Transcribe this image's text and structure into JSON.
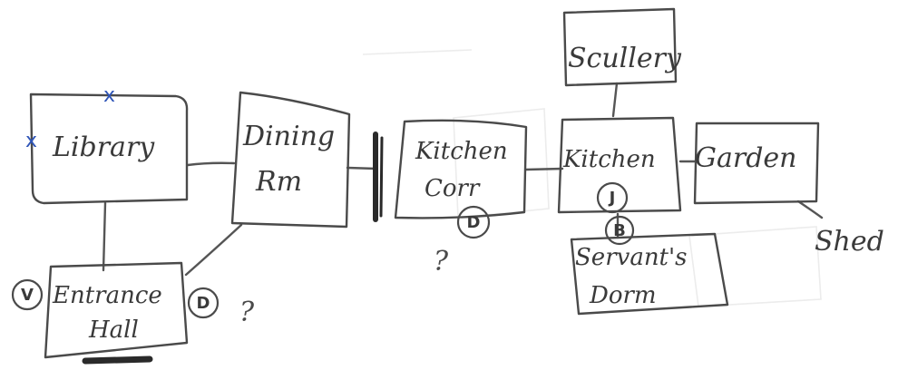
{
  "rooms": {
    "library": "Library",
    "dining_line1": "Dining",
    "dining_line2": "Rm",
    "kitchen_corr_line1": "Kitchen",
    "kitchen_corr_line2": "Corr",
    "scullery": "Scullery",
    "kitchen": "Kitchen",
    "garden": "Garden",
    "entrance_line1": "Entrance",
    "entrance_line2": "Hall",
    "servants_line1": "Servant's",
    "servants_line2": "Dorm"
  },
  "outside": {
    "shed": "Shed"
  },
  "markers": {
    "entrance_left": "V",
    "entrance_right": "D",
    "kitchen_corr": "D",
    "kitchen": "J",
    "servants": "B"
  },
  "annotations": {
    "question_1": "?",
    "question_2": "?",
    "cross": "x"
  },
  "colors": {
    "pencil": "#4a4a4a",
    "blue_ink": "#2f55b8",
    "paper": "#ffffff"
  }
}
